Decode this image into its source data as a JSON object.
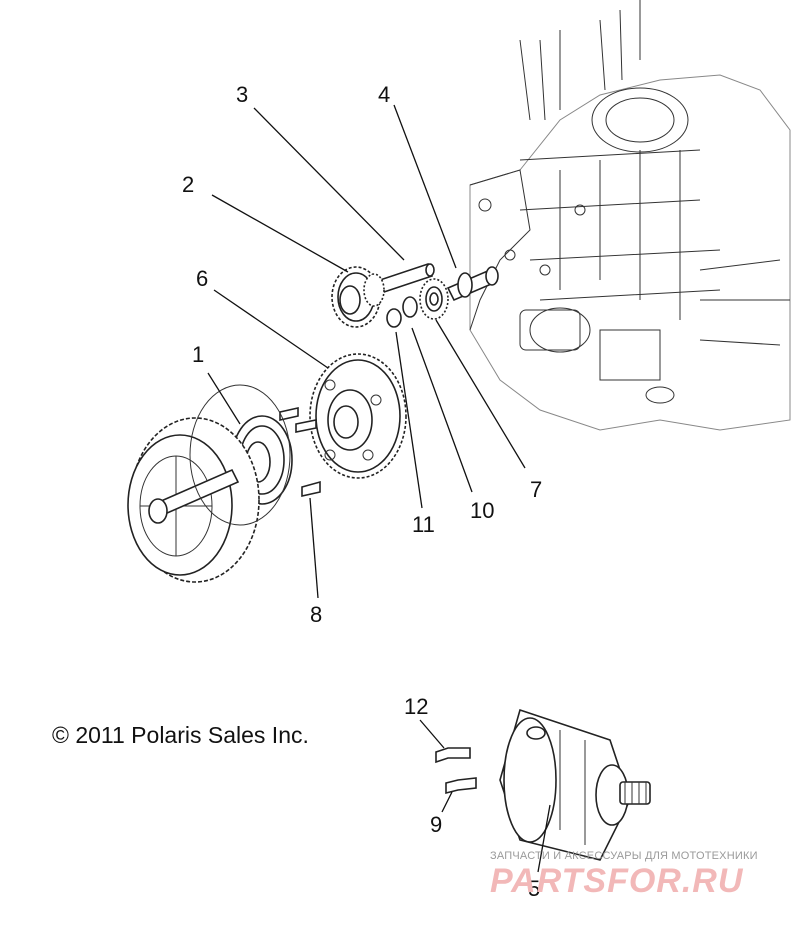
{
  "callouts": {
    "c1": "1",
    "c2": "2",
    "c3": "3",
    "c4": "4",
    "c5": "5",
    "c6": "6",
    "c7": "7",
    "c8": "8",
    "c9": "9",
    "c10": "10",
    "c11": "11",
    "c12": "12"
  },
  "copyright": "© 2011 Polaris Sales Inc.",
  "watermark": {
    "tagline": "ЗАПЧАСТИ И АКСЕССУАРЫ ДЛЯ МОТОТЕХНИКИ",
    "logo": "PARTSFOR.RU"
  }
}
